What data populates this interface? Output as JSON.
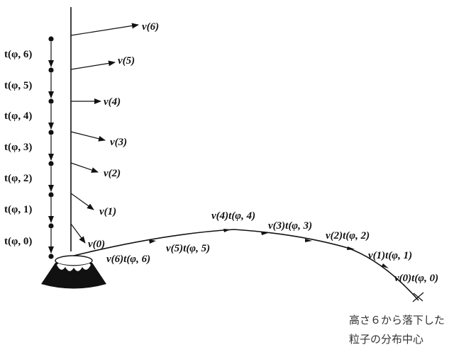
{
  "wind_labels": [
    "v(6)",
    "v(5)",
    "v(4)",
    "v(3)",
    "v(2)",
    "v(1)",
    "v(0)"
  ],
  "fall_time_labels": [
    "t(φ, 6)",
    "t(φ, 5)",
    "t(φ, 4)",
    "t(φ, 3)",
    "t(φ, 2)",
    "t(φ, 1)",
    "t(φ, 0)"
  ],
  "drift_labels": [
    "v(6)t(φ, 6)",
    "v(5)t(φ, 5)",
    "v(4)t(φ, 4)",
    "v(3)t(φ, 3)",
    "v(2)t(φ, 2)",
    "v(1)t(φ, 1)",
    "v(0)t(φ, 0)"
  ],
  "caption": {
    "line1": "高さ６から落下した",
    "line2": "粒子の分布中心"
  },
  "colors": {
    "ink": "#111111",
    "caption": "#333333",
    "background": "#ffffff"
  }
}
